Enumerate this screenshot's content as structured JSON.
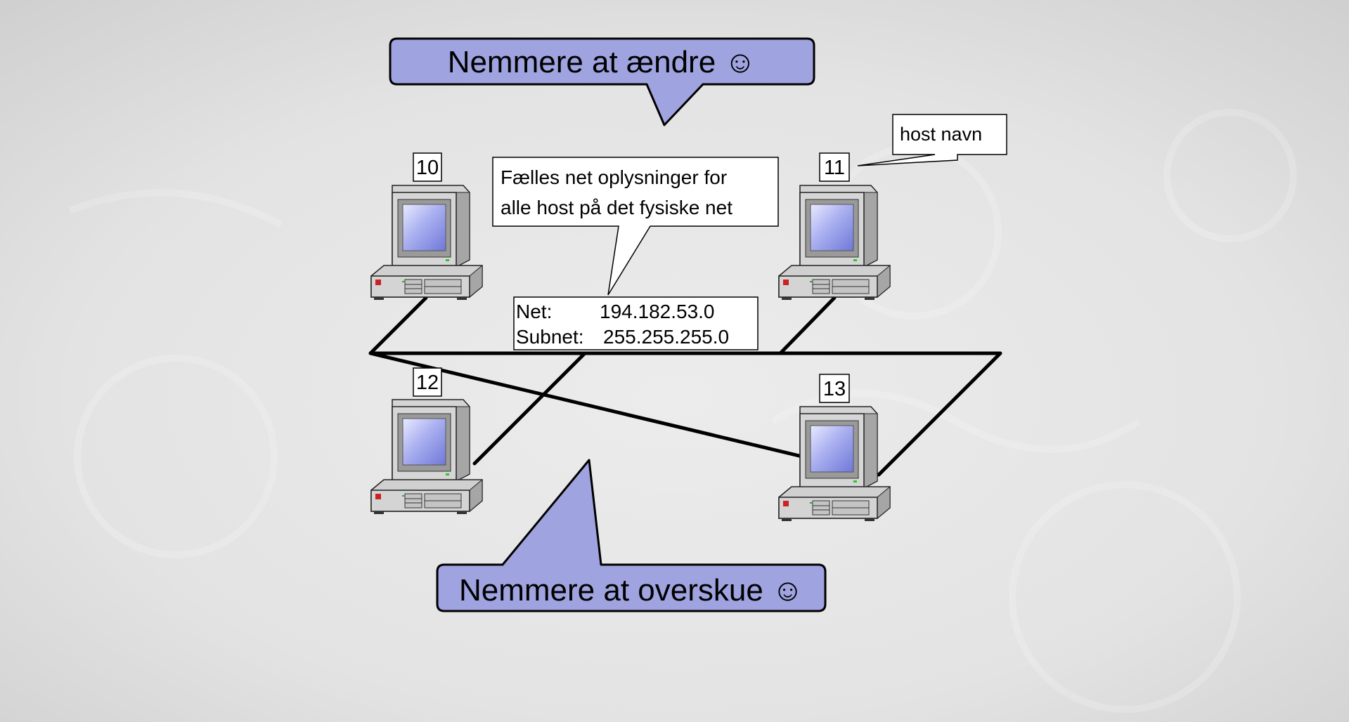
{
  "callouts": {
    "change": "Nemmere at ændre ☺",
    "overview": "Nemmere at overskue ☺",
    "shared_line1": "Fælles net oplysninger for",
    "shared_line2": "alle host på det fysiske net",
    "host_name": "host navn"
  },
  "network": {
    "net_label": "Net:",
    "net_value": "194.182.53.0",
    "subnet_label": "Subnet:",
    "subnet_value": "255.255.255.0"
  },
  "hosts": [
    "10",
    "11",
    "12",
    "13"
  ],
  "colors": {
    "callout_fill": "#9fa3df",
    "screen_fill": "#aab0f0",
    "case_fill": "#c8c8c8",
    "background": "#e6e6e6"
  },
  "icons": {
    "host": "computer-icon"
  }
}
